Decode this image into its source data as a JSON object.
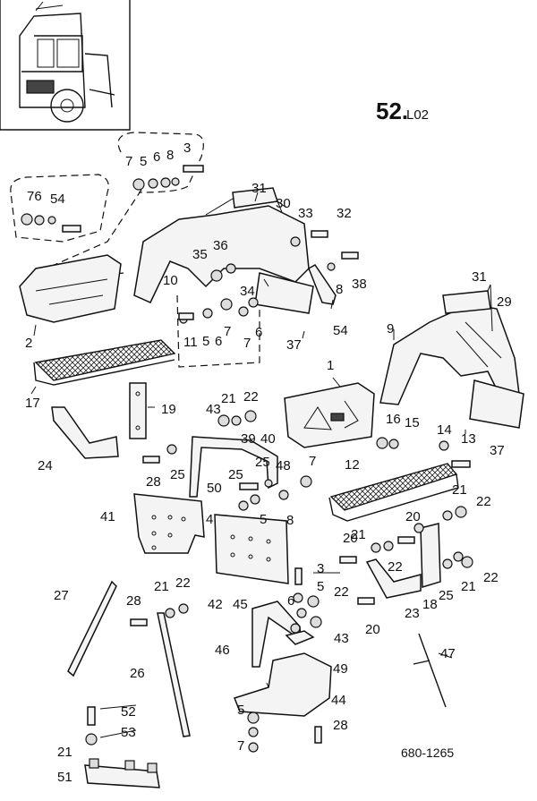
{
  "sheet": {
    "code_main": "52.",
    "code_sub": "L02",
    "drawing_number": "680-1265"
  },
  "callouts": {
    "c1": "1",
    "c2": "2",
    "c3a": "3",
    "c3b": "3",
    "c4a": "4",
    "c5a": "5",
    "c5b": "5",
    "c5c": "5",
    "c5d": "5",
    "c5e": "5",
    "c6a": "6",
    "c6b": "6",
    "c6c": "6",
    "c6d": "6",
    "c7a": "7",
    "c7b": "7",
    "c7c": "7",
    "c7d": "7",
    "c7e": "7",
    "c8a": "8",
    "c8b": "8",
    "c8c": "8",
    "c9": "9",
    "c10": "10",
    "c11": "11",
    "c12": "12",
    "c13": "13",
    "c14": "14",
    "c15": "15",
    "c16": "16",
    "c17": "17",
    "c18": "18",
    "c19": "19",
    "c20a": "20",
    "c20b": "20",
    "c20c": "20",
    "c21a": "21",
    "c21b": "21",
    "c21c": "21",
    "c21d": "21",
    "c21e": "21",
    "c21f": "21",
    "c22a": "22",
    "c22b": "22",
    "c22c": "22",
    "c22d": "22",
    "c22e": "22",
    "c22f": "22",
    "c23": "23",
    "c24": "24",
    "c25a": "25",
    "c25b": "25",
    "c25c": "25",
    "c25d": "25",
    "c26": "26",
    "c27": "27",
    "c28a": "28",
    "c28b": "28",
    "c28c": "28",
    "c29": "29",
    "c30": "30",
    "c31a": "31",
    "c31b": "31",
    "c32": "32",
    "c33": "33",
    "c34": "34",
    "c35": "35",
    "c36": "36",
    "c37a": "37",
    "c37b": "37",
    "c38": "38",
    "c39": "39",
    "c40": "40",
    "c41": "41",
    "c42": "42",
    "c43a": "43",
    "c43b": "43",
    "c44": "44",
    "c45": "45",
    "c46": "46",
    "c47": "47",
    "c48": "48",
    "c49": "49",
    "c50": "50",
    "c51": "51",
    "c52": "52",
    "c53": "53",
    "c54a": "54",
    "c54b": "54",
    "c76": "76"
  }
}
